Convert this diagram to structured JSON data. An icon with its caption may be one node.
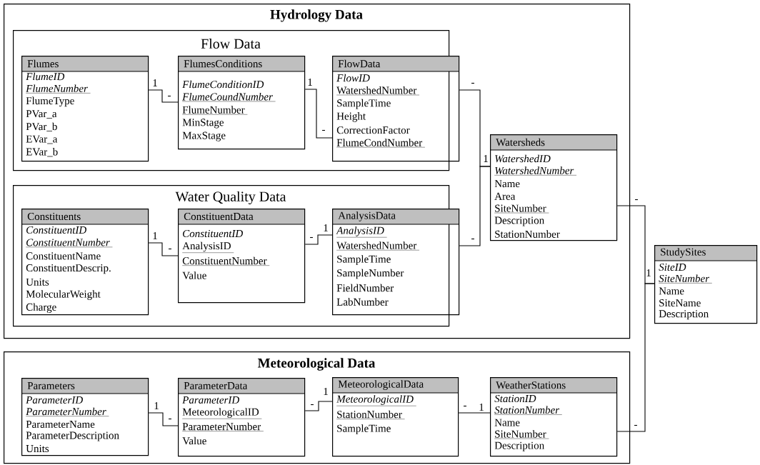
{
  "diagram": {
    "nodes": [
      {
        "text": [
          "Hydrology Data"
        ]
      },
      {
        "text": [
          "Flow Data"
        ],
        "in": 0
      },
      {
        "text": [
          "Flumes",
          "FlumeID",
          "FlumeNumber",
          "FlumeType",
          "PVar_a",
          "PVar_b",
          "EVar_a",
          "EVar_b"
        ],
        "in": 1
      },
      {
        "text": [
          "FlumesConditions",
          "FlumeConditionID",
          "FlumeCoundNumber",
          "FlumeNumber",
          "MinStage",
          "MaxStage"
        ],
        "in": 1
      },
      {
        "text": [
          "FlowData",
          "FlowID",
          "WatershedNumber",
          "SampleTime",
          "Height",
          "CorrectionFactor",
          "FlumeCondNumber"
        ],
        "in": 1
      },
      {
        "text": [
          "Water Quality Data"
        ],
        "in": 0
      },
      {
        "text": [
          "Constituents",
          "ConstituentID",
          "ConstituentNumber",
          "ConstituentName",
          "ConstituentDescrip.",
          "Units",
          "MolecularWeight",
          "Charge"
        ],
        "in": 5
      },
      {
        "text": [
          "ConstituentData",
          "ConstituentID",
          "AnalysisID",
          "ConstituentNumber",
          "Value"
        ],
        "in": 5
      },
      {
        "text": [
          "AnalysisData",
          "AnalysisID",
          "WatershedNumber",
          "SampleTime",
          "SampleNumber",
          "FieldNumber",
          "LabNumber"
        ],
        "in": 5
      },
      {
        "text": [
          "Watersheds",
          "WatershedID",
          "WatershedNumber",
          "Name",
          "Area",
          "SiteNumber",
          "Description",
          "StationNumber"
        ],
        "in": 0
      },
      {
        "text": [
          "StudySites",
          "SiteID",
          "SiteNumber",
          "Name",
          "SiteName",
          "Description"
        ]
      },
      {
        "text": [
          "Meteorological Data"
        ]
      },
      {
        "text": [
          "Parameters",
          "ParameterID",
          "ParameterNumber",
          "ParameterName",
          "ParameterDescription",
          "Units"
        ],
        "in": 11
      },
      {
        "text": [
          "ParameterData",
          "ParameterID",
          "MeteorologicalID",
          "ParameterNumber",
          "Value"
        ],
        "in": 11
      },
      {
        "text": [
          "MeteorologicalData",
          "MeteorologicalID",
          "StationNumber",
          "SampleTime"
        ],
        "in": 11
      },
      {
        "text": [
          "WeatherStations",
          "StationID",
          "StationNumber",
          "Name",
          "SiteNumber",
          "Description"
        ],
        "in": 11
      }
    ],
    "edges": [
      {
        "from": 2,
        "to": 3,
        "arrow": "none"
      },
      {
        "from": 3,
        "to": 4,
        "arrow": "none"
      },
      {
        "from": 4,
        "to": 9,
        "arrow": "none"
      },
      {
        "from": 6,
        "to": 7,
        "arrow": "none"
      },
      {
        "from": 7,
        "to": 8,
        "arrow": "none"
      },
      {
        "from": 8,
        "to": 9,
        "arrow": "none"
      },
      {
        "from": 9,
        "to": 10,
        "arrow": "none"
      },
      {
        "from": 15,
        "to": 10,
        "arrow": "none"
      },
      {
        "from": 12,
        "to": 13,
        "arrow": "none"
      },
      {
        "from": 13,
        "to": 14,
        "arrow": "none"
      },
      {
        "from": 14,
        "to": 15,
        "arrow": "none"
      }
    ],
    "labels": [
      "1",
      "-",
      "1",
      "-",
      "-",
      "1",
      "1",
      "-",
      "-",
      "1",
      "-",
      "-",
      "1",
      "-",
      "1",
      "-",
      "-",
      "1",
      "-",
      "1"
    ]
  }
}
